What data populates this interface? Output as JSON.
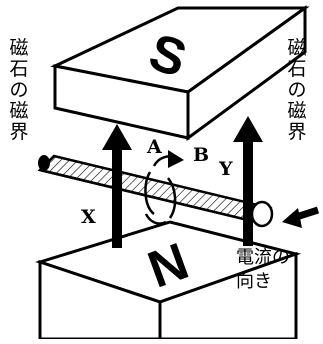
{
  "magnet_top_pole": "S",
  "magnet_bottom_pole": "N",
  "left_label": "磁石の磁界",
  "right_label": "磁石の磁界",
  "current_label": "電流の向き",
  "letters": {
    "a": "A",
    "b": "B",
    "x": "X",
    "y": "Y"
  }
}
